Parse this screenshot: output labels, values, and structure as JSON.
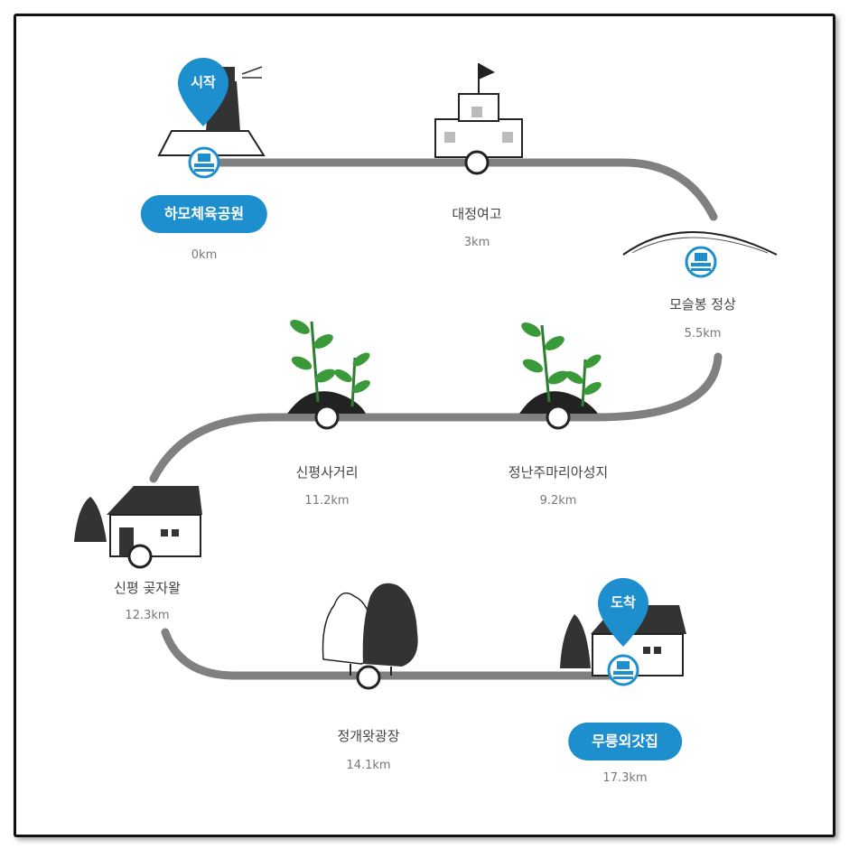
{
  "stops": [
    {
      "id": "hamo",
      "name": "하모체육공원",
      "distance": "0km",
      "style": "pill",
      "badge": "시작"
    },
    {
      "id": "daejeong",
      "name": "대정여고",
      "distance": "3km",
      "style": "plain"
    },
    {
      "id": "moseulbong",
      "name": "모슬봉 정상",
      "distance": "5.5km",
      "style": "plain"
    },
    {
      "id": "jeongnan",
      "name": "정난주마리아성지",
      "distance": "9.2km",
      "style": "plain"
    },
    {
      "id": "sinpyeong-cross",
      "name": "신평사거리",
      "distance": "11.2km",
      "style": "plain"
    },
    {
      "id": "gotjawal",
      "name": "신평 곶자왈",
      "distance": "12.3km",
      "style": "plain"
    },
    {
      "id": "jeonggaewat",
      "name": "정개왓광장",
      "distance": "14.1km",
      "style": "plain"
    },
    {
      "id": "mureung",
      "name": "무릉외갓집",
      "distance": "17.3km",
      "style": "pill",
      "badge": "도착"
    }
  ],
  "colors": {
    "accent": "#1e8fce",
    "path": "#808080",
    "ink": "#222222",
    "leaf": "#3a9a3a"
  }
}
